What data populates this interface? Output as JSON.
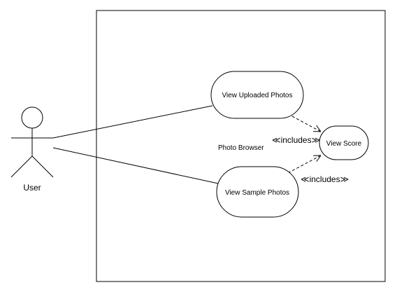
{
  "diagram": {
    "system_label": "Photo Browser",
    "actor": {
      "label": "User"
    },
    "use_cases": {
      "view_uploaded": "View Uploaded Photos",
      "view_sample": "View Sample Photos",
      "view_score": "View Score"
    },
    "relations": {
      "include_1": "≪includes≫",
      "include_2": "≪includes≫"
    }
  }
}
